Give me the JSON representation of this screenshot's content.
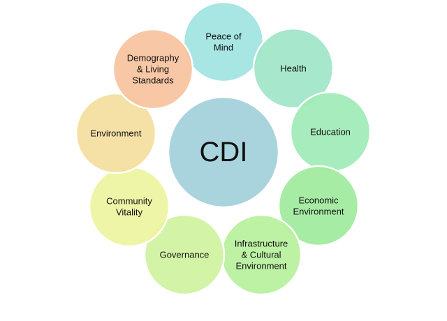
{
  "center": {
    "label": "CDI",
    "color": "#A9D4DE"
  },
  "nodes": [
    {
      "lines": [
        "Peace of",
        "Mind"
      ],
      "color": "#A0E4DF"
    },
    {
      "lines": [
        "Health"
      ],
      "color": "#A0E6C8"
    },
    {
      "lines": [
        "Education"
      ],
      "color": "#A0EAB6"
    },
    {
      "lines": [
        "Economic",
        "Environment"
      ],
      "color": "#A0EA9C"
    },
    {
      "lines": [
        "Infrastructure",
        "& Cultural",
        "Environment"
      ],
      "color": "#B7F09C"
    },
    {
      "lines": [
        "Governance"
      ],
      "color": "#CFF29E"
    },
    {
      "lines": [
        "Community",
        "Vitality"
      ],
      "color": "#EEF49E"
    },
    {
      "lines": [
        "Environment"
      ],
      "color": "#F4DE9E"
    },
    {
      "lines": [
        "Demography",
        "& Living",
        "Standards"
      ],
      "color": "#F6C29E"
    }
  ]
}
